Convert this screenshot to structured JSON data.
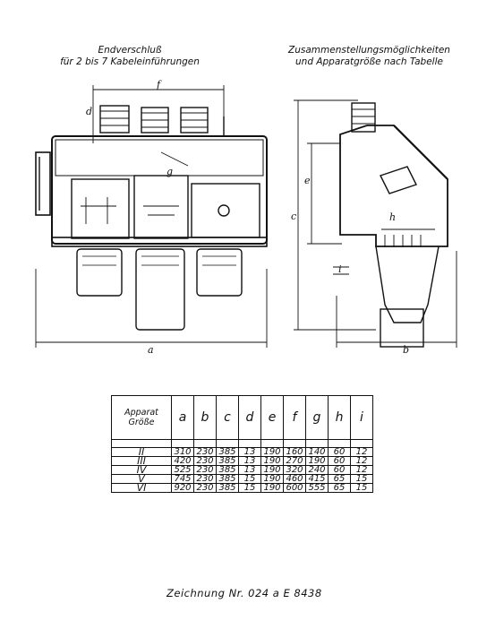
{
  "captions": {
    "left_line1": "Endverschluß",
    "left_line2": "für 2 bis 7 Kabeleinführungen",
    "right_line1": "Zusammenstellungsmöglichkeiten",
    "right_line2": "und Apparatgröße nach Tabelle"
  },
  "dim_labels": {
    "a": "a",
    "b": "b",
    "c": "c",
    "d": "d",
    "e": "e",
    "f": "f",
    "g": "g",
    "h": "h",
    "i": "i"
  },
  "table": {
    "header_first_line1": "Apparat",
    "header_first_line2": "Größe",
    "columns": [
      "a",
      "b",
      "c",
      "d",
      "e",
      "f",
      "g",
      "h",
      "i"
    ],
    "rows": [
      {
        "size": "II",
        "values": [
          "310",
          "230",
          "385",
          "13",
          "190",
          "160",
          "140",
          "60",
          "12"
        ]
      },
      {
        "size": "III",
        "values": [
          "420",
          "230",
          "385",
          "13",
          "190",
          "270",
          "190",
          "60",
          "12"
        ]
      },
      {
        "size": "IV",
        "values": [
          "525",
          "230",
          "385",
          "13",
          "190",
          "320",
          "240",
          "60",
          "12"
        ]
      },
      {
        "size": "V",
        "values": [
          "745",
          "230",
          "385",
          "15",
          "190",
          "460",
          "415",
          "65",
          "15"
        ]
      },
      {
        "size": "VI",
        "values": [
          "920",
          "230",
          "385",
          "15",
          "190",
          "600",
          "555",
          "65",
          "15"
        ]
      }
    ]
  },
  "footer": "Zeichnung Nr. 024 a E 8438"
}
